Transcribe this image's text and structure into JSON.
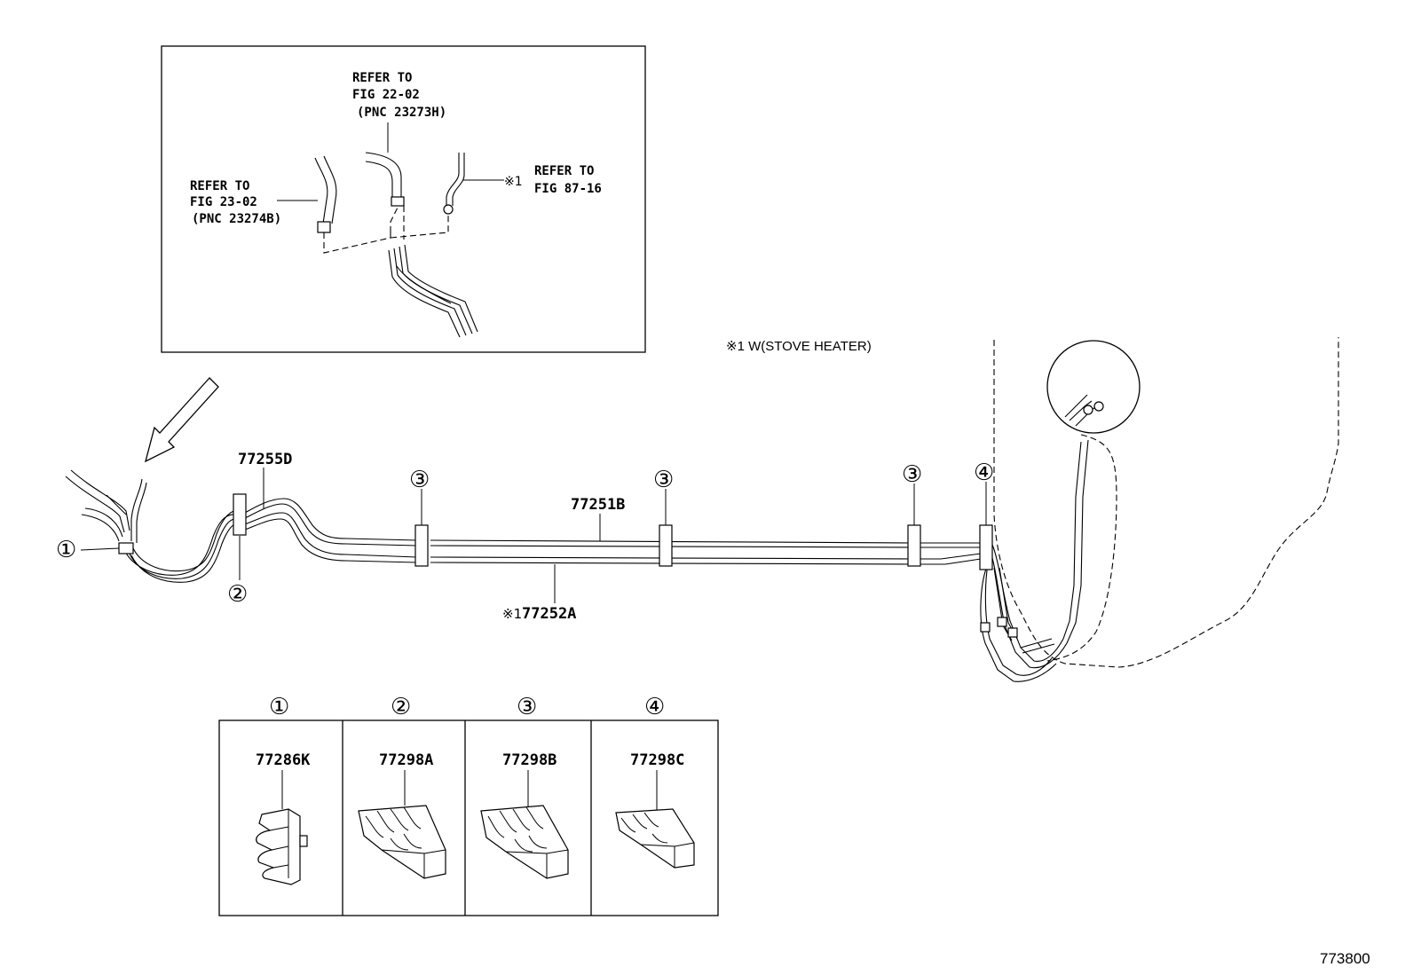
{
  "inset": {
    "refer_22": {
      "line1": "REFER TO",
      "line2": "FIG 22-02",
      "line3": "(PNC 23273H)"
    },
    "refer_23": {
      "line1": "REFER TO",
      "line2": "FIG 23-02",
      "line3": "(PNC 23274B)"
    },
    "refer_87": {
      "mark": "※1",
      "line1": "REFER TO",
      "line2": "FIG 87-16"
    }
  },
  "note": "※1 W(STOVE HEATER)",
  "callouts": {
    "c1": "①",
    "c2": "②",
    "c3a": "③",
    "c3b": "③",
    "c3c": "③",
    "c4": "④"
  },
  "parts": {
    "p77255D": "77255D",
    "p77251B": "77251B",
    "p77252A_mark": "※1",
    "p77252A": "77252A"
  },
  "legend": {
    "items": [
      {
        "callout": "①",
        "part": "77286K"
      },
      {
        "callout": "②",
        "part": "77298A"
      },
      {
        "callout": "③",
        "part": "77298B"
      },
      {
        "callout": "④",
        "part": "77298C"
      }
    ]
  },
  "figure_id": "773800"
}
